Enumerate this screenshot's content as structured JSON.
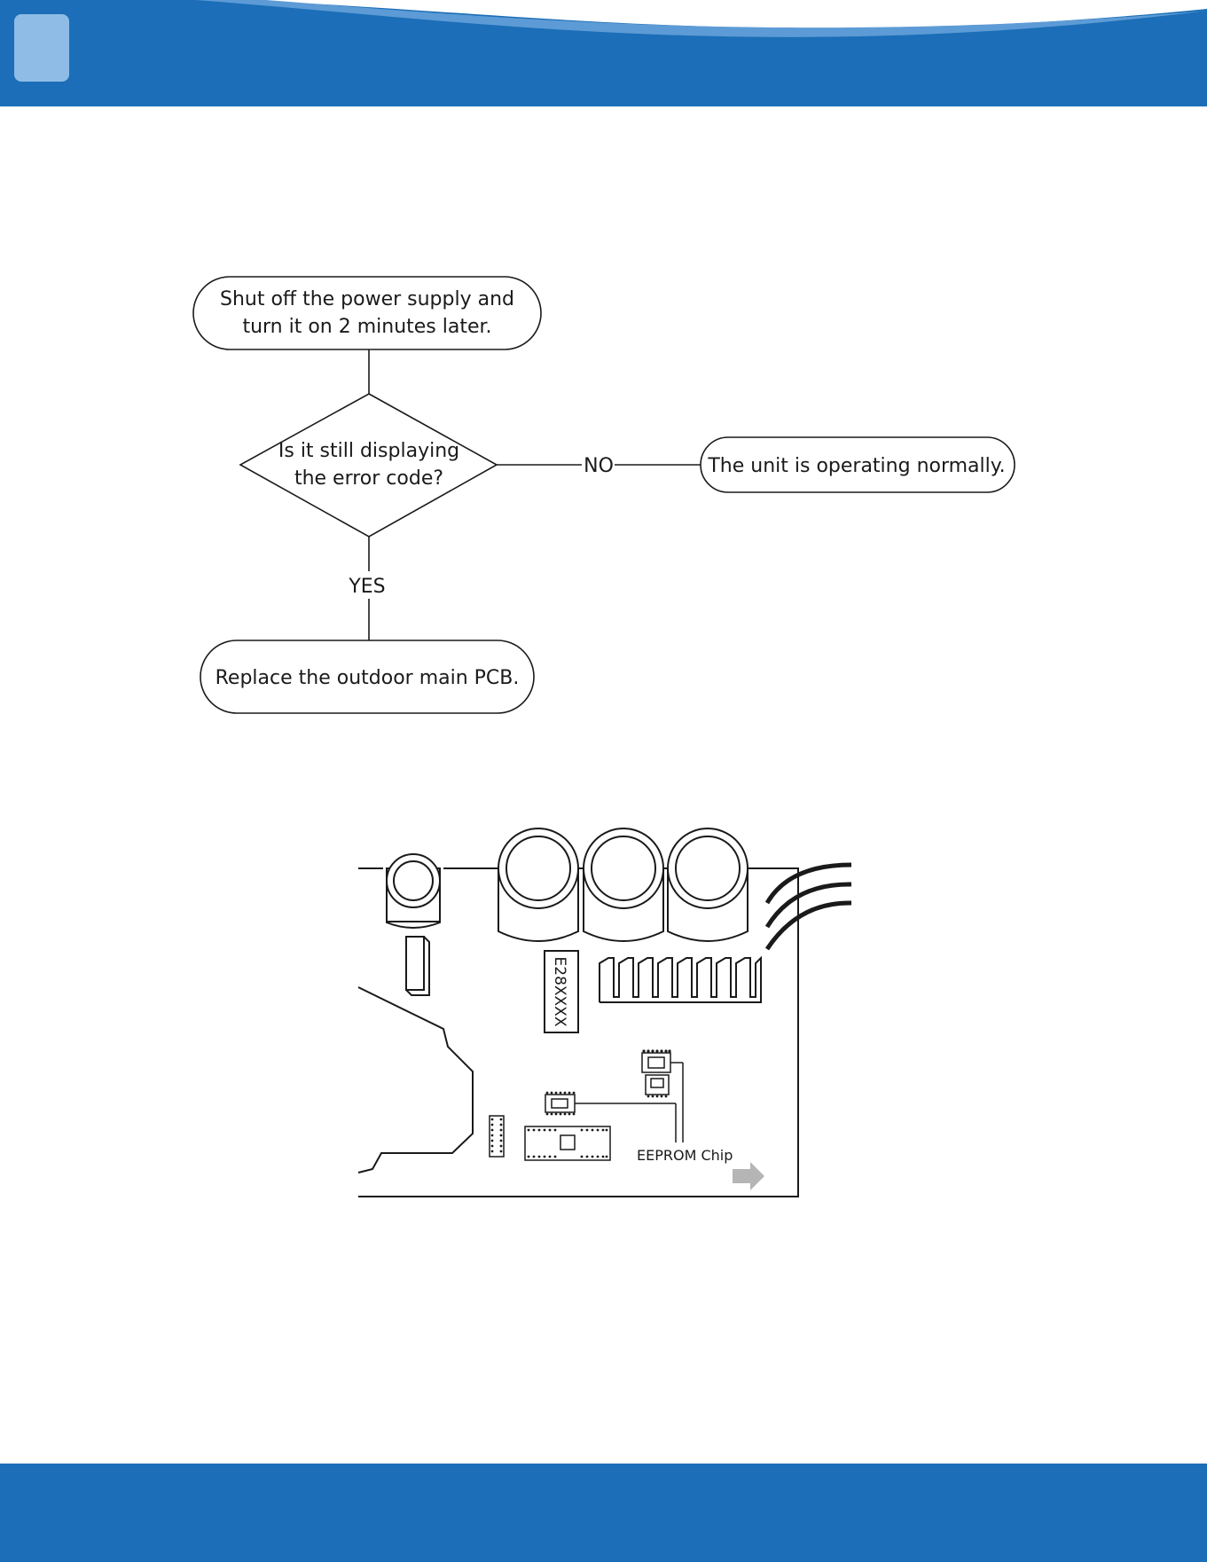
{
  "colors": {
    "header_blue": "#1b6eb7",
    "header_light": "#8fbce6",
    "footer_blue": "#1b6eb7",
    "stroke": "#1a1a1a",
    "arrow_gray": "#b5b5b5"
  },
  "flowchart": {
    "start": {
      "line1": "Shut off the power supply and",
      "line2": "turn it on 2 minutes later."
    },
    "decision": {
      "line1": "Is it still displaying",
      "line2": "the error code?"
    },
    "no_label": "NO",
    "yes_label": "YES",
    "normal": "The unit is operating normally.",
    "replace": "Replace the outdoor main PCB."
  },
  "pcb": {
    "chip_label": "E28XXXX",
    "eeprom_label": "EEPROM Chip"
  }
}
